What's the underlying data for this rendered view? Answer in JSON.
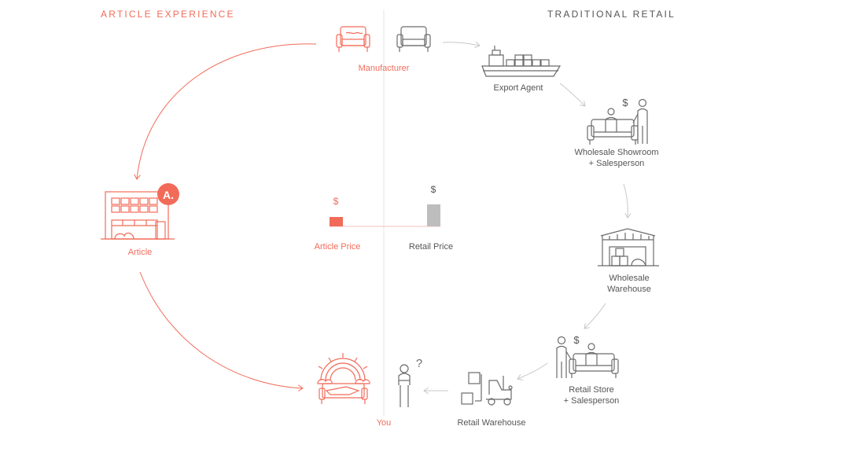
{
  "headers": {
    "article": "ARTICLE EXPERIENCE",
    "traditional": "TRADITIONAL RETAIL"
  },
  "nodes": {
    "manufacturer": "Manufacturer",
    "export_agent": "Export Agent",
    "wholesale_showroom_1": "Wholesale Showroom",
    "wholesale_showroom_2": "+ Salesperson",
    "wholesale_warehouse_1": "Wholesale",
    "wholesale_warehouse_2": "Warehouse",
    "retail_store_1": "Retail Store",
    "retail_store_2": "+ Salesperson",
    "retail_warehouse": "Retail Warehouse",
    "you": "You",
    "article": "Article",
    "article_logo": "A."
  },
  "prices": {
    "article_label": "Article Price",
    "retail_label": "Retail Price",
    "currency": "$",
    "article_price_relative": 0.43
  },
  "symbols": {
    "dollar": "$",
    "question": "?"
  },
  "colors": {
    "accent": "#f26b59",
    "icon_gray": "#6b6b6b",
    "arrow_gray": "#c8c8c8",
    "bar_gray": "#bdbdbd",
    "divider": "#e6e6e6"
  }
}
